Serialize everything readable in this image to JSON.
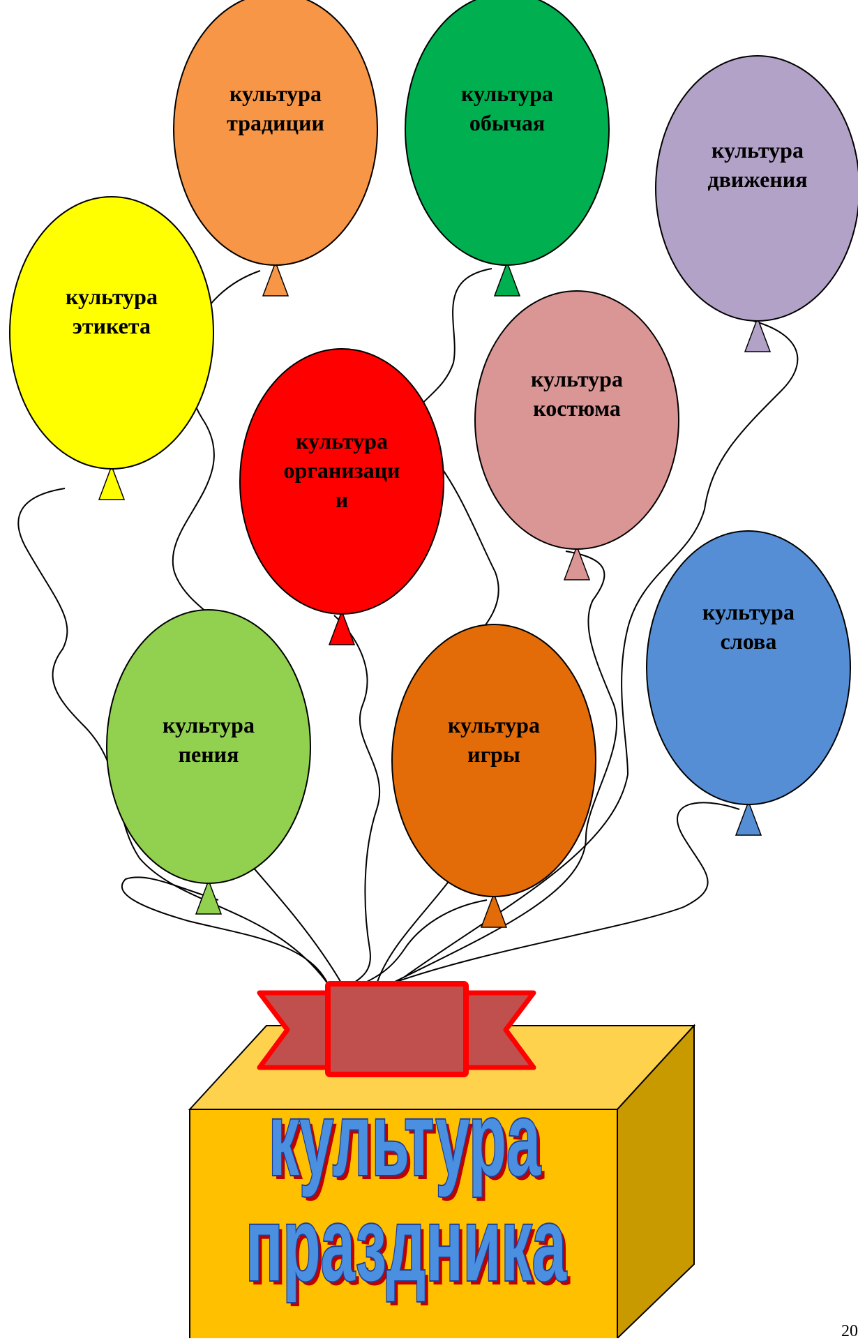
{
  "balloons": [
    {
      "id": "tradition",
      "lines": [
        "культура",
        "традиции"
      ],
      "color": "#F79646"
    },
    {
      "id": "custom",
      "lines": [
        "культура",
        "обычая"
      ],
      "color": "#00B050"
    },
    {
      "id": "movement",
      "lines": [
        "культура",
        "движения"
      ],
      "color": "#B2A2C7"
    },
    {
      "id": "etiquette",
      "lines": [
        "культура",
        "этикета"
      ],
      "color": "#FFFF00"
    },
    {
      "id": "costume",
      "lines": [
        "культура",
        "костюма"
      ],
      "color": "#D99694"
    },
    {
      "id": "organization",
      "lines": [
        "культура",
        "организаци",
        "и"
      ],
      "color": "#FF0000"
    },
    {
      "id": "word",
      "lines": [
        "культура",
        "слова"
      ],
      "color": "#558ED5"
    },
    {
      "id": "singing",
      "lines": [
        "культура",
        "пения"
      ],
      "color": "#92D050"
    },
    {
      "id": "game",
      "lines": [
        "культура",
        "игры"
      ],
      "color": "#E36C09"
    }
  ],
  "box": {
    "title_lines": [
      "культура",
      "праздника"
    ],
    "front_color": "#FFC000",
    "top_color": "#FFD24D",
    "side_color": "#C89A00",
    "ribbon_color": "#C0504D",
    "ribbon_border": "#FF0000"
  },
  "page_number": "20"
}
